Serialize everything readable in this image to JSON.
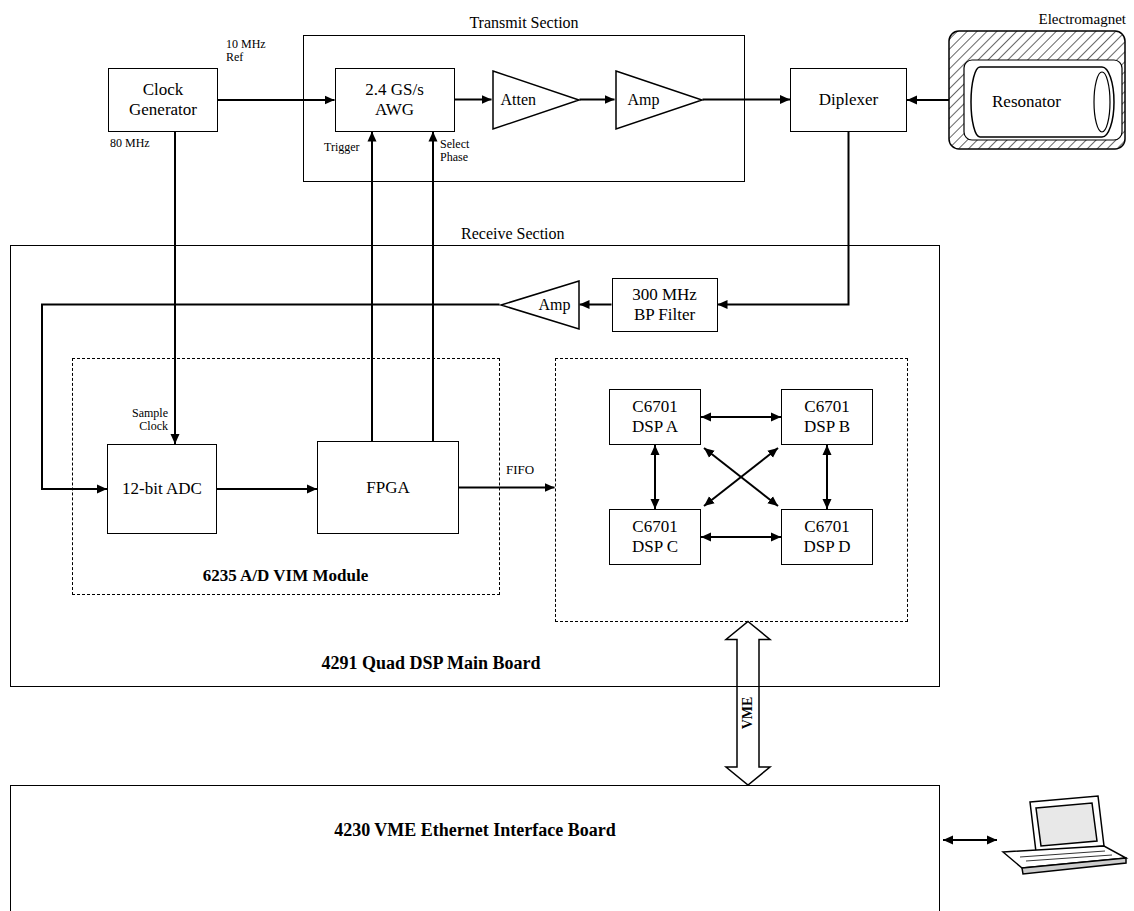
{
  "diagram": {
    "nodes": [
      {
        "text": [
          "Clock Generator"
        ]
      },
      {
        "text": [
          "Transmit Section"
        ]
      },
      {
        "text": [
          "2.4 GS/s AWG"
        ],
        "in": 1
      },
      {
        "text": [
          "Atten"
        ],
        "in": 1
      },
      {
        "text": [
          "Amp"
        ],
        "in": 1
      },
      {
        "text": [
          "Diplexer"
        ]
      },
      {
        "text": [
          "Electromagnet"
        ]
      },
      {
        "text": [
          "Resonator"
        ],
        "in": 6
      },
      {
        "text": [
          "Receive Section",
          "4291 Quad DSP Main Board"
        ]
      },
      {
        "text": [
          "300 MHz BP Filter"
        ],
        "in": 8
      },
      {
        "text": [
          "Amp"
        ],
        "in": 8
      },
      {
        "text": [
          "6235 A/D VIM Module"
        ],
        "in": 8
      },
      {
        "text": [
          "12-bit ADC"
        ],
        "in": 11
      },
      {
        "text": [
          "FPGA"
        ],
        "in": 11
      },
      {
        "text": [],
        "in": 8
      },
      {
        "text": [
          "C6701 DSP A"
        ],
        "in": 14
      },
      {
        "text": [
          "C6701 DSP B"
        ],
        "in": 14
      },
      {
        "text": [
          "C6701 DSP C"
        ],
        "in": 14
      },
      {
        "text": [
          "C6701 DSP D"
        ],
        "in": 14
      },
      {
        "text": [
          "4230 VME Ethernet Interface Board"
        ]
      }
    ],
    "edges": [
      {
        "from": 0,
        "to": 2,
        "label": "10 MHz Ref",
        "arrow": "to"
      },
      {
        "from": 0,
        "to": 12,
        "label": "80 MHz",
        "arrow": "to"
      },
      {
        "from": 2,
        "to": 3,
        "arrow": "to"
      },
      {
        "from": 3,
        "to": 4,
        "arrow": "to"
      },
      {
        "from": 4,
        "to": 5,
        "arrow": "to"
      },
      {
        "from": 5,
        "to": 7,
        "arrow": "both"
      },
      {
        "from": 5,
        "to": 9,
        "arrow": "to"
      },
      {
        "from": 9,
        "to": 10,
        "arrow": "to"
      },
      {
        "from": 10,
        "to": 12,
        "arrow": "to"
      },
      {
        "from": 12,
        "to": 13,
        "arrow": "to"
      },
      {
        "from": 13,
        "to": 2,
        "label": "Trigger",
        "arrow": "to"
      },
      {
        "from": 13,
        "to": 2,
        "label": "Select Phase",
        "arrow": "to"
      },
      {
        "from": 13,
        "to": 14,
        "label": "FIFO",
        "arrow": "to"
      },
      {
        "from": 15,
        "to": 16,
        "arrow": "both"
      },
      {
        "from": 15,
        "to": 17,
        "arrow": "both"
      },
      {
        "from": 16,
        "to": 18,
        "arrow": "both"
      },
      {
        "from": 17,
        "to": 18,
        "arrow": "both"
      },
      {
        "from": 15,
        "to": 18,
        "arrow": "both"
      },
      {
        "from": 16,
        "to": 17,
        "arrow": "both"
      },
      {
        "from": 14,
        "to": 19,
        "label": "VME",
        "arrow": "both"
      }
    ],
    "labels": [
      "Sample Clock"
    ]
  }
}
